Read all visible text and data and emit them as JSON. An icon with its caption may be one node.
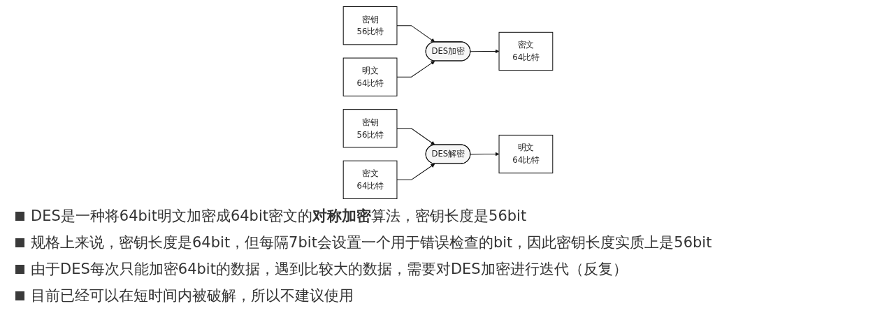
{
  "diagram": {
    "nodes": [
      {
        "text": [
          "密钥",
          "56比特"
        ]
      },
      {
        "text": [
          "明文",
          "64比特"
        ]
      },
      {
        "text": [
          "DES加密"
        ]
      },
      {
        "text": [
          "密文",
          "64比特"
        ]
      },
      {
        "text": [
          "密钥",
          "56比特"
        ]
      },
      {
        "text": [
          "密文",
          "64比特"
        ]
      },
      {
        "text": [
          "DES解密"
        ]
      },
      {
        "text": [
          "明文",
          "64比特"
        ]
      }
    ],
    "edges": [
      {
        "from": 0,
        "to": 2,
        "arrow": "to"
      },
      {
        "from": 1,
        "to": 2,
        "arrow": "to"
      },
      {
        "from": 2,
        "to": 3,
        "arrow": "to"
      },
      {
        "from": 4,
        "to": 6,
        "arrow": "to"
      },
      {
        "from": 5,
        "to": 6,
        "arrow": "to"
      },
      {
        "from": 6,
        "to": 7,
        "arrow": "to"
      }
    ],
    "labels": [
      "DES是一种将64bit明文加密成64bit密文的**对称加密**算法，密钥长度是56bit",
      "规格上来说，密钥长度是64bit，但每隔7bit会设置一个用于错误检查的bit，因此密钥长度实质上是56bit",
      "由于DES每次只能加密64bit的数据，遇到比较大的数据，需要对DES加密进行迭代（反复）",
      "目前已经可以在短时间内被破解，所以不建议使用"
    ]
  }
}
